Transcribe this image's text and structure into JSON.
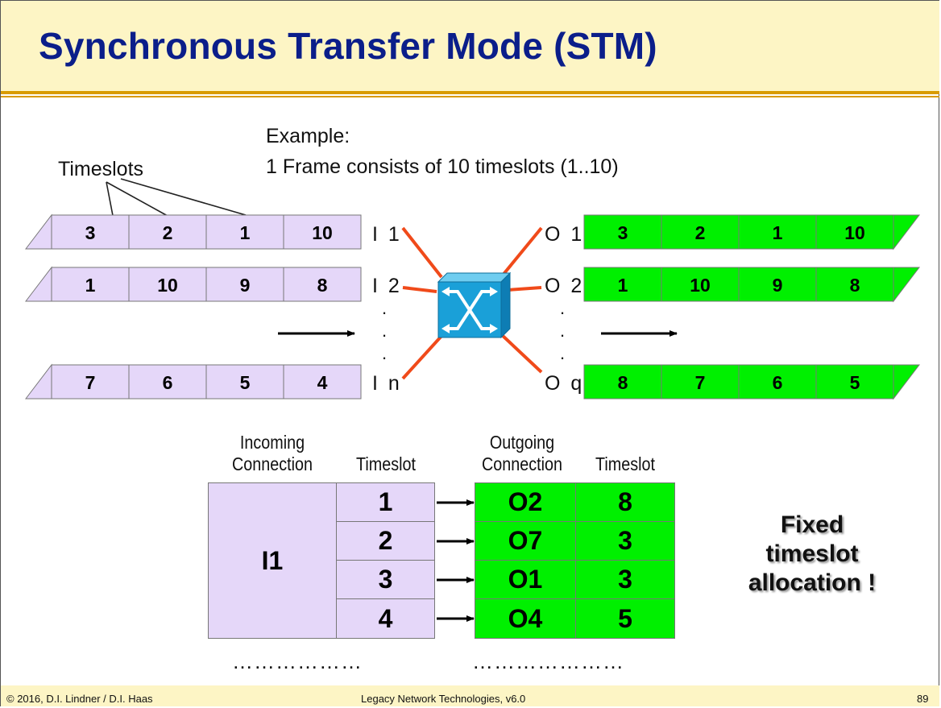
{
  "title": "Synchronous Transfer Mode (STM)",
  "example": {
    "heading": "Example:",
    "text": "1 Frame consists of 10 timeslots (1..10)"
  },
  "timeslots_label": "Timeslots",
  "incoming_frames": [
    {
      "port": "I 1",
      "slots": [
        "3",
        "2",
        "1",
        "10"
      ]
    },
    {
      "port": "I 2",
      "slots": [
        "1",
        "10",
        "9",
        "8"
      ]
    },
    {
      "port": "I n",
      "slots": [
        "7",
        "6",
        "5",
        "4"
      ]
    }
  ],
  "outgoing_frames": [
    {
      "port": "O 1",
      "slots": [
        "3",
        "2",
        "1",
        "10"
      ]
    },
    {
      "port": "O 2",
      "slots": [
        "1",
        "10",
        "9",
        "8"
      ]
    },
    {
      "port": "O q",
      "slots": [
        "8",
        "7",
        "6",
        "5"
      ]
    }
  ],
  "table": {
    "headers": {
      "incoming_connection": [
        "Incoming",
        "Connection"
      ],
      "incoming_timeslot": "Timeslot",
      "outgoing_connection": [
        "Outgoing",
        "Connection"
      ],
      "outgoing_timeslot": "Timeslot"
    },
    "incoming": "I1",
    "rows": [
      {
        "in_slot": "1",
        "out_conn": "O2",
        "out_slot": "8"
      },
      {
        "in_slot": "2",
        "out_conn": "O7",
        "out_slot": "3"
      },
      {
        "in_slot": "3",
        "out_conn": "O1",
        "out_slot": "3"
      },
      {
        "in_slot": "4",
        "out_conn": "O4",
        "out_slot": "5"
      }
    ],
    "continuation_left": "………………",
    "continuation_right": "…………………"
  },
  "note": [
    "Fixed",
    "timeslot",
    "allocation !"
  ],
  "footer": {
    "copyright": "© 2016, D.I. Lindner / D.I. Haas",
    "course": "Legacy Network Technologies, v6.0",
    "page": "89"
  },
  "colors": {
    "title": "#0b1e8a",
    "title_bg": "#fdf5c5",
    "rule": "#d99b00",
    "incoming": "#e5d7f9",
    "outgoing": "#00f000",
    "link": "#f04a1a",
    "switch": "#1aa0d8"
  },
  "icons": {
    "switch": "switch-icon",
    "flow": "arrow-right-icon"
  }
}
